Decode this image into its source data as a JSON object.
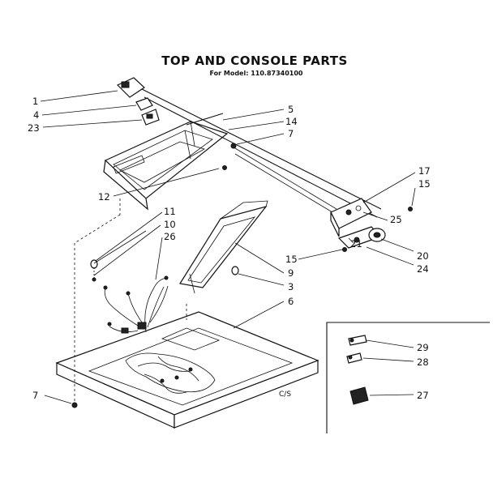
{
  "header": {
    "title": "TOP AND CONSOLE PARTS",
    "subtitle": "For Model: 110.87340100"
  },
  "callouts": [
    "1",
    "4",
    "23",
    "5",
    "14",
    "7",
    "12",
    "11",
    "10",
    "26",
    "17",
    "15",
    "25",
    "21",
    "20",
    "24",
    "15",
    "9",
    "3",
    "6",
    "7",
    "29",
    "28",
    "27"
  ],
  "code": "C/S"
}
